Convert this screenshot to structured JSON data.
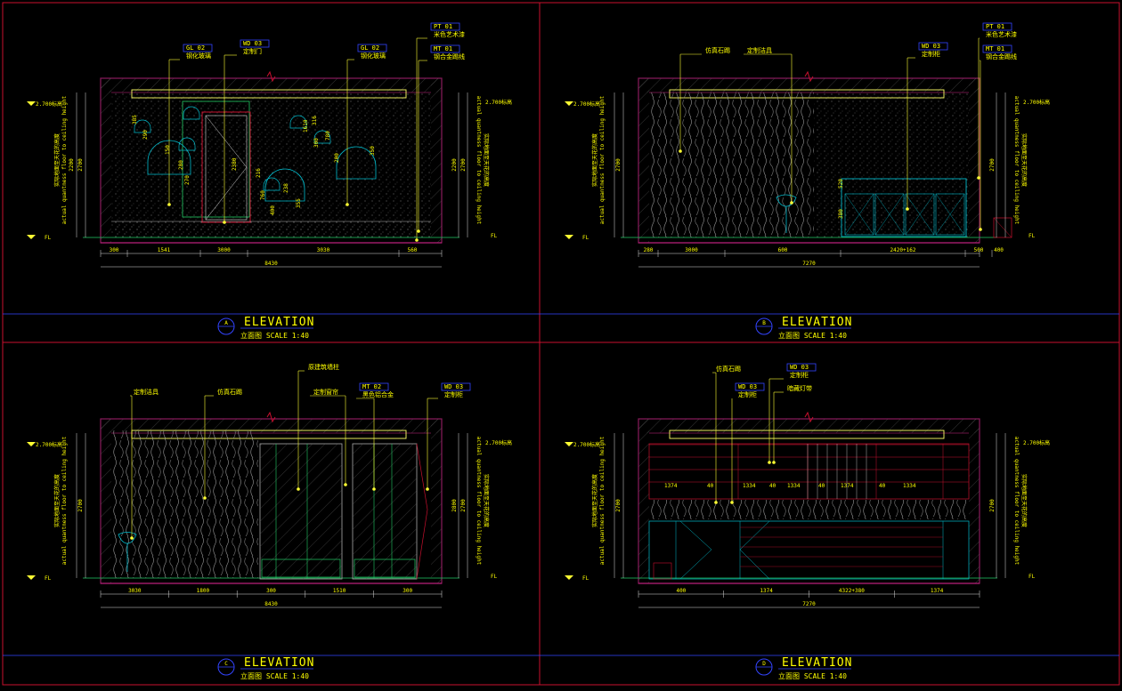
{
  "colors": {
    "background": "#000000",
    "frame": "#c8102e",
    "blue": "#3344ff",
    "dim": "#dddddd",
    "leader": "#ffff33",
    "green": "#22cc66",
    "cyan": "#00bbcc",
    "magenta": "#cc2288",
    "wall": "#8a1a5c"
  },
  "common": {
    "title": "ELEVATION",
    "subtitle": "立面图  SCALE 1:40",
    "floor_mark": "FL",
    "vert_cn": "实际地面至天花的高度",
    "vert_en": "actual quantness floor to ceiling height"
  },
  "panels": [
    {
      "id": "A",
      "circle_letter": "A",
      "level_left": "2.700标高",
      "level_right": "2.700标高",
      "tags": [
        {
          "code": "GL 02",
          "label": "钢化玻璃"
        },
        {
          "code": "WD 03",
          "label": "定制门"
        },
        {
          "code": "GL 02",
          "label": "钢化玻璃"
        },
        {
          "code": "PT 01",
          "label": "米色艺术漆"
        },
        {
          "code": "MT 01",
          "label": "钢合金踢线"
        }
      ],
      "left_dims": [
        "2700",
        "2200"
      ],
      "right_dims": [
        "2200",
        "2700"
      ],
      "bottom_dims": [
        "300",
        "1541",
        "3000",
        "3030",
        "560"
      ],
      "total": "8430",
      "inner_text": [
        "385",
        "290",
        "150",
        "280",
        "270",
        "760",
        "400",
        "1610",
        "300",
        "200",
        "216",
        "238",
        "355",
        "316",
        "780",
        "350",
        "2380"
      ]
    },
    {
      "id": "B",
      "circle_letter": "B",
      "level_left": "2.700标高",
      "level_right": "2.700标高",
      "tags": [
        {
          "code": "",
          "label": "仿真石踢"
        },
        {
          "code": "",
          "label": "定制洁具"
        },
        {
          "code": "WD 03",
          "label": "定制柜"
        },
        {
          "code": "PT 01",
          "label": "米色艺术漆"
        },
        {
          "code": "MT 01",
          "label": "钢合金踢线"
        }
      ],
      "left_dims": [
        "2700"
      ],
      "right_dims": [
        "2700"
      ],
      "bottom_dims": [
        "280",
        "3000",
        "600",
        "2420+162",
        "500",
        "400"
      ],
      "total": "7270",
      "inner_text": [
        "520",
        "380"
      ]
    },
    {
      "id": "C",
      "circle_letter": "C",
      "level_left": "2.700标高",
      "level_right": "2.700标高",
      "tags": [
        {
          "code": "",
          "label": "定制洁具"
        },
        {
          "code": "",
          "label": "仿真石踢"
        },
        {
          "code": "",
          "label": "原建筑墙柱"
        },
        {
          "code": "",
          "label": "定制窗帘"
        },
        {
          "code": "MT 02",
          "label": "黑色铝合金"
        },
        {
          "code": "WD 03",
          "label": "定制柜"
        }
      ],
      "left_dims": [
        "2700"
      ],
      "right_dims": [
        "2800",
        "2700"
      ],
      "bottom_dims": [
        "3030",
        "1800",
        "300",
        "1510",
        "300"
      ],
      "total": "8430",
      "inner_text": []
    },
    {
      "id": "D",
      "circle_letter": "D",
      "level_left": "2.700标高",
      "level_right": "2.700标高",
      "tags": [
        {
          "code": "",
          "label": "仿真石踢"
        },
        {
          "code": "WD 03",
          "label": "定制柜"
        },
        {
          "code": "WD 03",
          "label": "定制柜"
        },
        {
          "code": "",
          "label": "暗藏灯带"
        }
      ],
      "left_dims": [
        "2700"
      ],
      "right_dims": [
        "2700"
      ],
      "bottom_dims": [
        "400",
        "1374",
        "4322+380",
        "1374"
      ],
      "total": "7270",
      "inner_text": [
        "1374",
        "40",
        "1334",
        "40",
        "1334",
        "40",
        "1374",
        "40",
        "1334"
      ]
    }
  ]
}
